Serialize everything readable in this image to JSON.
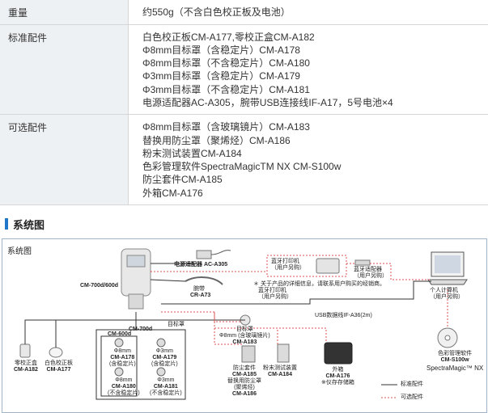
{
  "spec_table": [
    {
      "label": "重量",
      "lines": [
        "约550g（不含白色校正板及电池）"
      ]
    },
    {
      "label": "标准配件",
      "lines": [
        "白色校正板CM-A177,零校正盒CM-A182",
        "Φ8mm目标罩（含稳定片）CM-A178",
        "Φ8mm目标罩（不含稳定片）CM-A180",
        "Φ3mm目标罩（含稳定片）CM-A179",
        "Φ3mm目标罩（不含稳定片）CM-A181",
        "电源适配器AC-A305，腕带USB连接线IF-A17，5号电池×4"
      ]
    },
    {
      "label": "可选配件",
      "lines": [
        "Φ8mm目标罩（含玻璃镜片）CM-A183",
        "替换用防尘罩（聚烯烃）CM-A186",
        "粉末测试装置CM-A184",
        "色彩管理软件SpectraMagicTM NX CM-S100w",
        "防尘套件CM-A185",
        "外箱CM-A176"
      ]
    }
  ],
  "section_title": "系统图",
  "diagram": {
    "title": "系统图",
    "device": "CM-700d/600d",
    "power_adapter": "电源适配器 AC-A305",
    "strap_name": "腕带",
    "strap_model": "CR-A73",
    "printer_name": "蓝牙打印机",
    "printer_note": "（用户另购）",
    "notice": [
      "＊ 关于产品的详细信息，请联系用户购买的经销商。",
      "蓝牙打印机",
      "（用户另购）"
    ],
    "bt_adapter_name": "蓝牙适配器",
    "bt_adapter_note": "（用户另购）",
    "pc_name": "个人计算机",
    "pc_note": "（用户另购）",
    "usb_cable": "USB数据线IF-A36(2m)",
    "target_mask_label": "目标罩",
    "cm700d": "CM-700d",
    "cm600d": "CM-600d",
    "mask_8_stab": [
      "Φ8mm",
      "CM-A178",
      "(含稳定片)"
    ],
    "mask_3_stab": [
      "Φ3mm",
      "CM-A179",
      "(含稳定片)"
    ],
    "mask_8_nostab": [
      "Φ8mm",
      "CM-A180",
      "(不含稳定片)"
    ],
    "mask_3_nostab": [
      "Φ3mm",
      "CM-A181",
      "(不含稳定片)"
    ],
    "glass_mask": [
      "目标罩",
      "Φ8mm (含玻璃镜片)",
      "CM-A183"
    ],
    "zero_box": [
      "零校正盒",
      "CM-A182"
    ],
    "white_plate": [
      "白色校正板",
      "CM-A177"
    ],
    "dust_kit": [
      "防尘套件",
      "CM-A185",
      "替换用防尘罩",
      "(聚烯烃)",
      "CM-A186"
    ],
    "powder": [
      "粉末测试装置",
      "CM-A184"
    ],
    "case": [
      "外箱",
      "CM-A176",
      "※仪存存储箱"
    ],
    "software": [
      "色彩管理软件",
      "CM-S100w",
      "SpectraMagic™ NX"
    ],
    "legend_standard": "标准配件",
    "legend_optional": "可选配件"
  },
  "colors": {
    "accent": "#1f78c8",
    "table_label_bg": "#eef1f4",
    "standard_line": "#333333",
    "optional_line": "#d9534f"
  }
}
